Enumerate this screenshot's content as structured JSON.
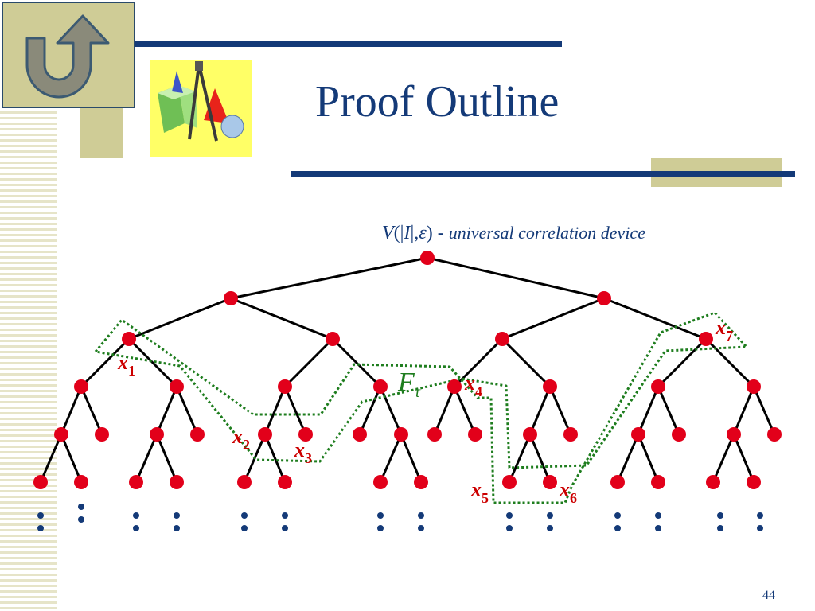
{
  "slide": {
    "title": "Proof Outline",
    "number": "44"
  },
  "nav": {
    "home_icon": "u-turn-arrow-icon"
  },
  "clipart": {
    "icon": "geometry-tools-icon"
  },
  "diagram": {
    "caption_v": "V",
    "caption_open": "(|",
    "caption_i": "I",
    "caption_mid": "|,",
    "caption_eps": "ε",
    "caption_close": ") - ",
    "caption_desc": "universal correlation device",
    "family_label": "F",
    "family_sub": "τ",
    "var_letter": "x",
    "var_subs": [
      "1",
      "2",
      "3",
      "4",
      "5",
      "6",
      "7"
    ],
    "ellipsis": ":",
    "colors": {
      "node": "#e2001a",
      "edge": "#000000",
      "highlight": "#1e7d1e",
      "label": "#cc0000",
      "ellipsis": "#143a78"
    }
  }
}
